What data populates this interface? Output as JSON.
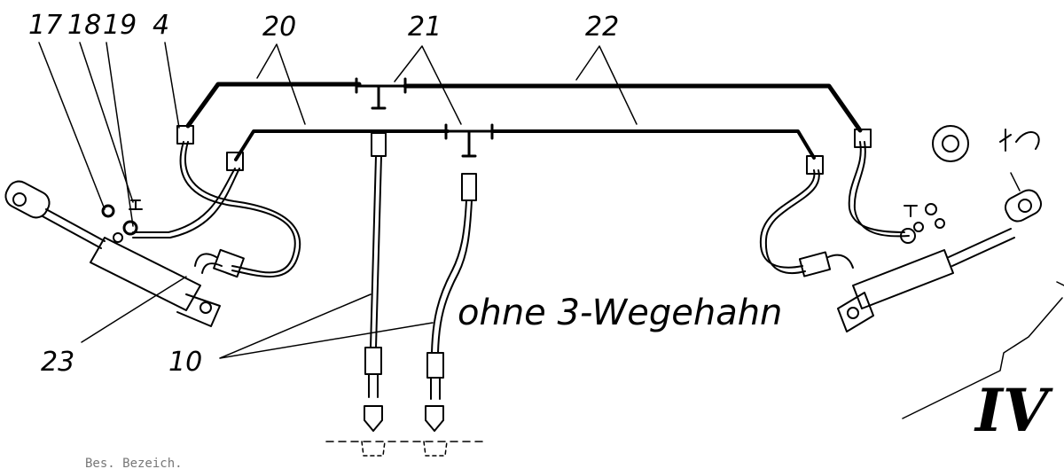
{
  "callouts": {
    "c17": "17",
    "c18": "18",
    "c19": "19",
    "c4": "4",
    "c20": "20",
    "c21": "21",
    "c22": "22",
    "c23": "23",
    "c10": "10"
  },
  "caption": "ohne 3-Wegehahn",
  "section_number": "IV",
  "footer_faint": "Bes.   Bezeich."
}
